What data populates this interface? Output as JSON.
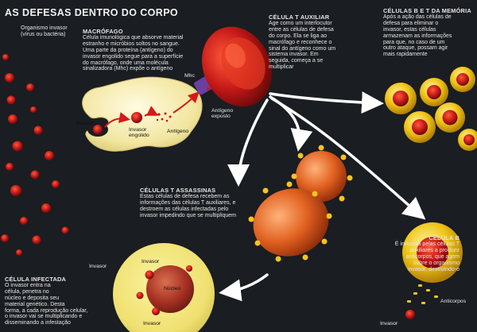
{
  "title": "AS DEFESAS DENTRO DO CORPO",
  "organismo": {
    "head": "Organismo invasor",
    "sub": "(vírus ou bactéria)"
  },
  "macrofago": {
    "head": "MACRÓFAGO",
    "lines": [
      "Célula imunológica que absorve material",
      "estranho e micróbios soltos no sangue.",
      "Uma parte da proteína (antígeno) do",
      "invasor engolido segue para a superfície",
      "do macrófago, onde uma molécula",
      "sinalizadora (Mhc) expõe o antígeno"
    ]
  },
  "labels": {
    "invasor": "Invasor",
    "invasor_engolido_1": "Invasor",
    "invasor_engolido_2": "engolido",
    "antigeno": "Antígeno",
    "mhc": "Mhc",
    "antigeno_exposto_1": "Antígeno",
    "antigeno_exposto_2": "exposto",
    "nucleo": "Núcleo",
    "invasor_cell_1": "Invasor",
    "invasor_cell_2": "Invasor",
    "invasor_cell_3": "Invasor",
    "invasor_b": "Invasor",
    "anticorpos": "Anticorpos"
  },
  "t_auxiliar": {
    "head": "CÉLULA T AUXILIAR",
    "lines": [
      "Age como um interlocutor",
      "entre as células de defesa",
      "do corpo. Ela se liga ao",
      "macrófago e reconhece o",
      "sinal do antígeno como um",
      "sistema invasor. Em",
      "seguida, começa a se",
      "multiplicar"
    ]
  },
  "memoria": {
    "head": "CÉLULAS B E T DA MEMÓRIA",
    "lines": [
      "Após a ação das células de",
      "defesa para eliminar o",
      "invasor, estas células",
      "armazenam as informações",
      "para que, no caso de um",
      "outro ataque, possam agir",
      "mais rapidamente"
    ]
  },
  "assassinas": {
    "head": "CÉLULAS T ASSASSINAS",
    "lines": [
      "Estas células de defesa recebem as",
      "informações das células T auxiliares, e",
      "destroem as células infectadas pelo",
      "invasor impedindo que se multipliquem"
    ]
  },
  "celula_b": {
    "head": "CÉLULA B",
    "lines": [
      "É induzida pelas células T",
      "auxiliares a produzir",
      "anticorpos, que agem",
      "sobre o organismo",
      "invasor, destruindo-o"
    ]
  },
  "infectada": {
    "head": "CÉLULA INFECTADA",
    "lines": [
      "O invasor entra na",
      "célula, penetra no",
      "núcleo e deposita seu",
      "material genético. Desta",
      "forma, a cada reprodução celular,",
      "o invasor vai se multiplicando e",
      "disseminando a infestação"
    ]
  },
  "colors": {
    "background": "#1a1d21",
    "invader": "#c41818",
    "macrophage": "#f2e6a0",
    "t_cell": "#d8401c",
    "memory_cell": "#f0c416",
    "mhc": "#6b3fa0"
  }
}
